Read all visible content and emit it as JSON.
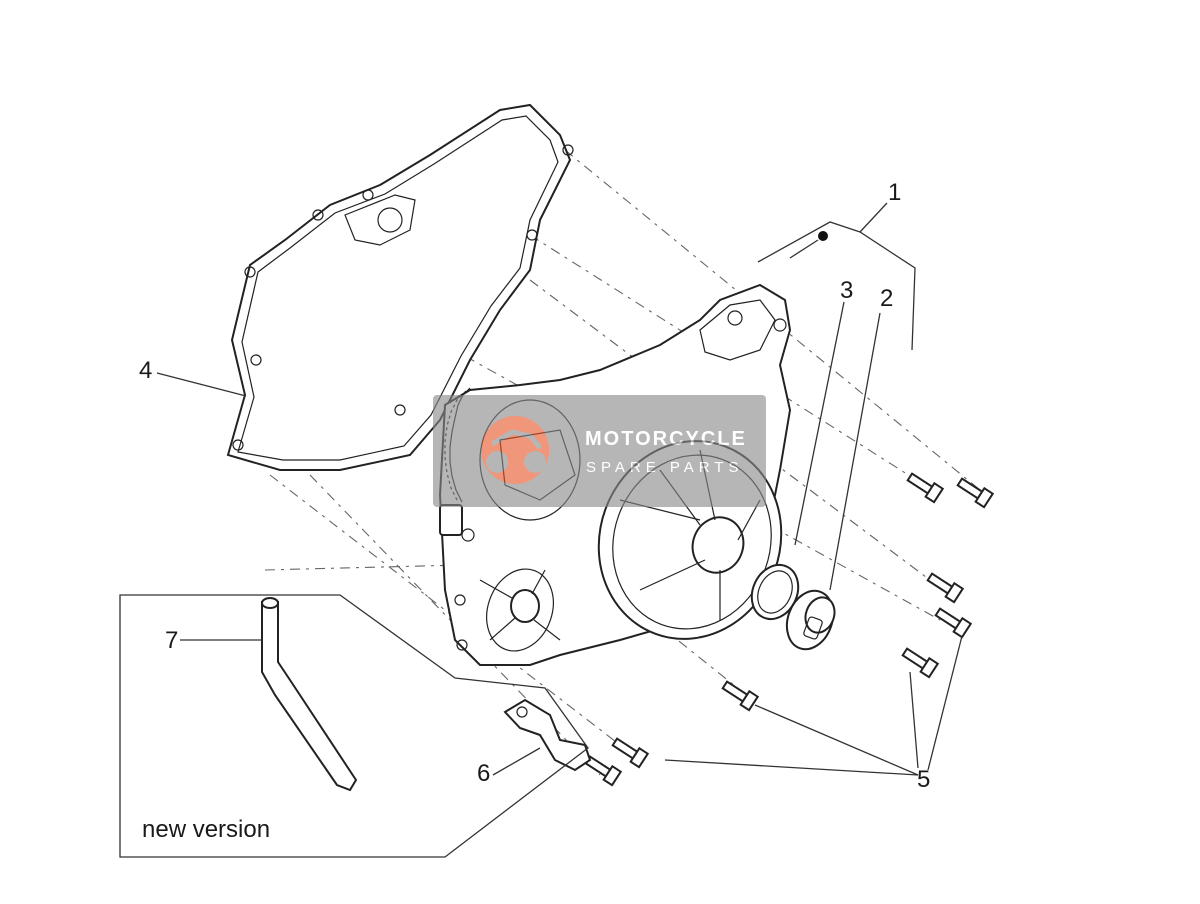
{
  "callouts": {
    "c1": "1",
    "c2": "2",
    "c3": "3",
    "c4": "4",
    "c5": "5",
    "c6": "6",
    "c7": "7"
  },
  "note": "new version",
  "watermark": {
    "line1": "MOTORCYCLE",
    "line2": "SPARE PARTS",
    "color": "#8a8a8a",
    "accent": "#e8562a"
  }
}
